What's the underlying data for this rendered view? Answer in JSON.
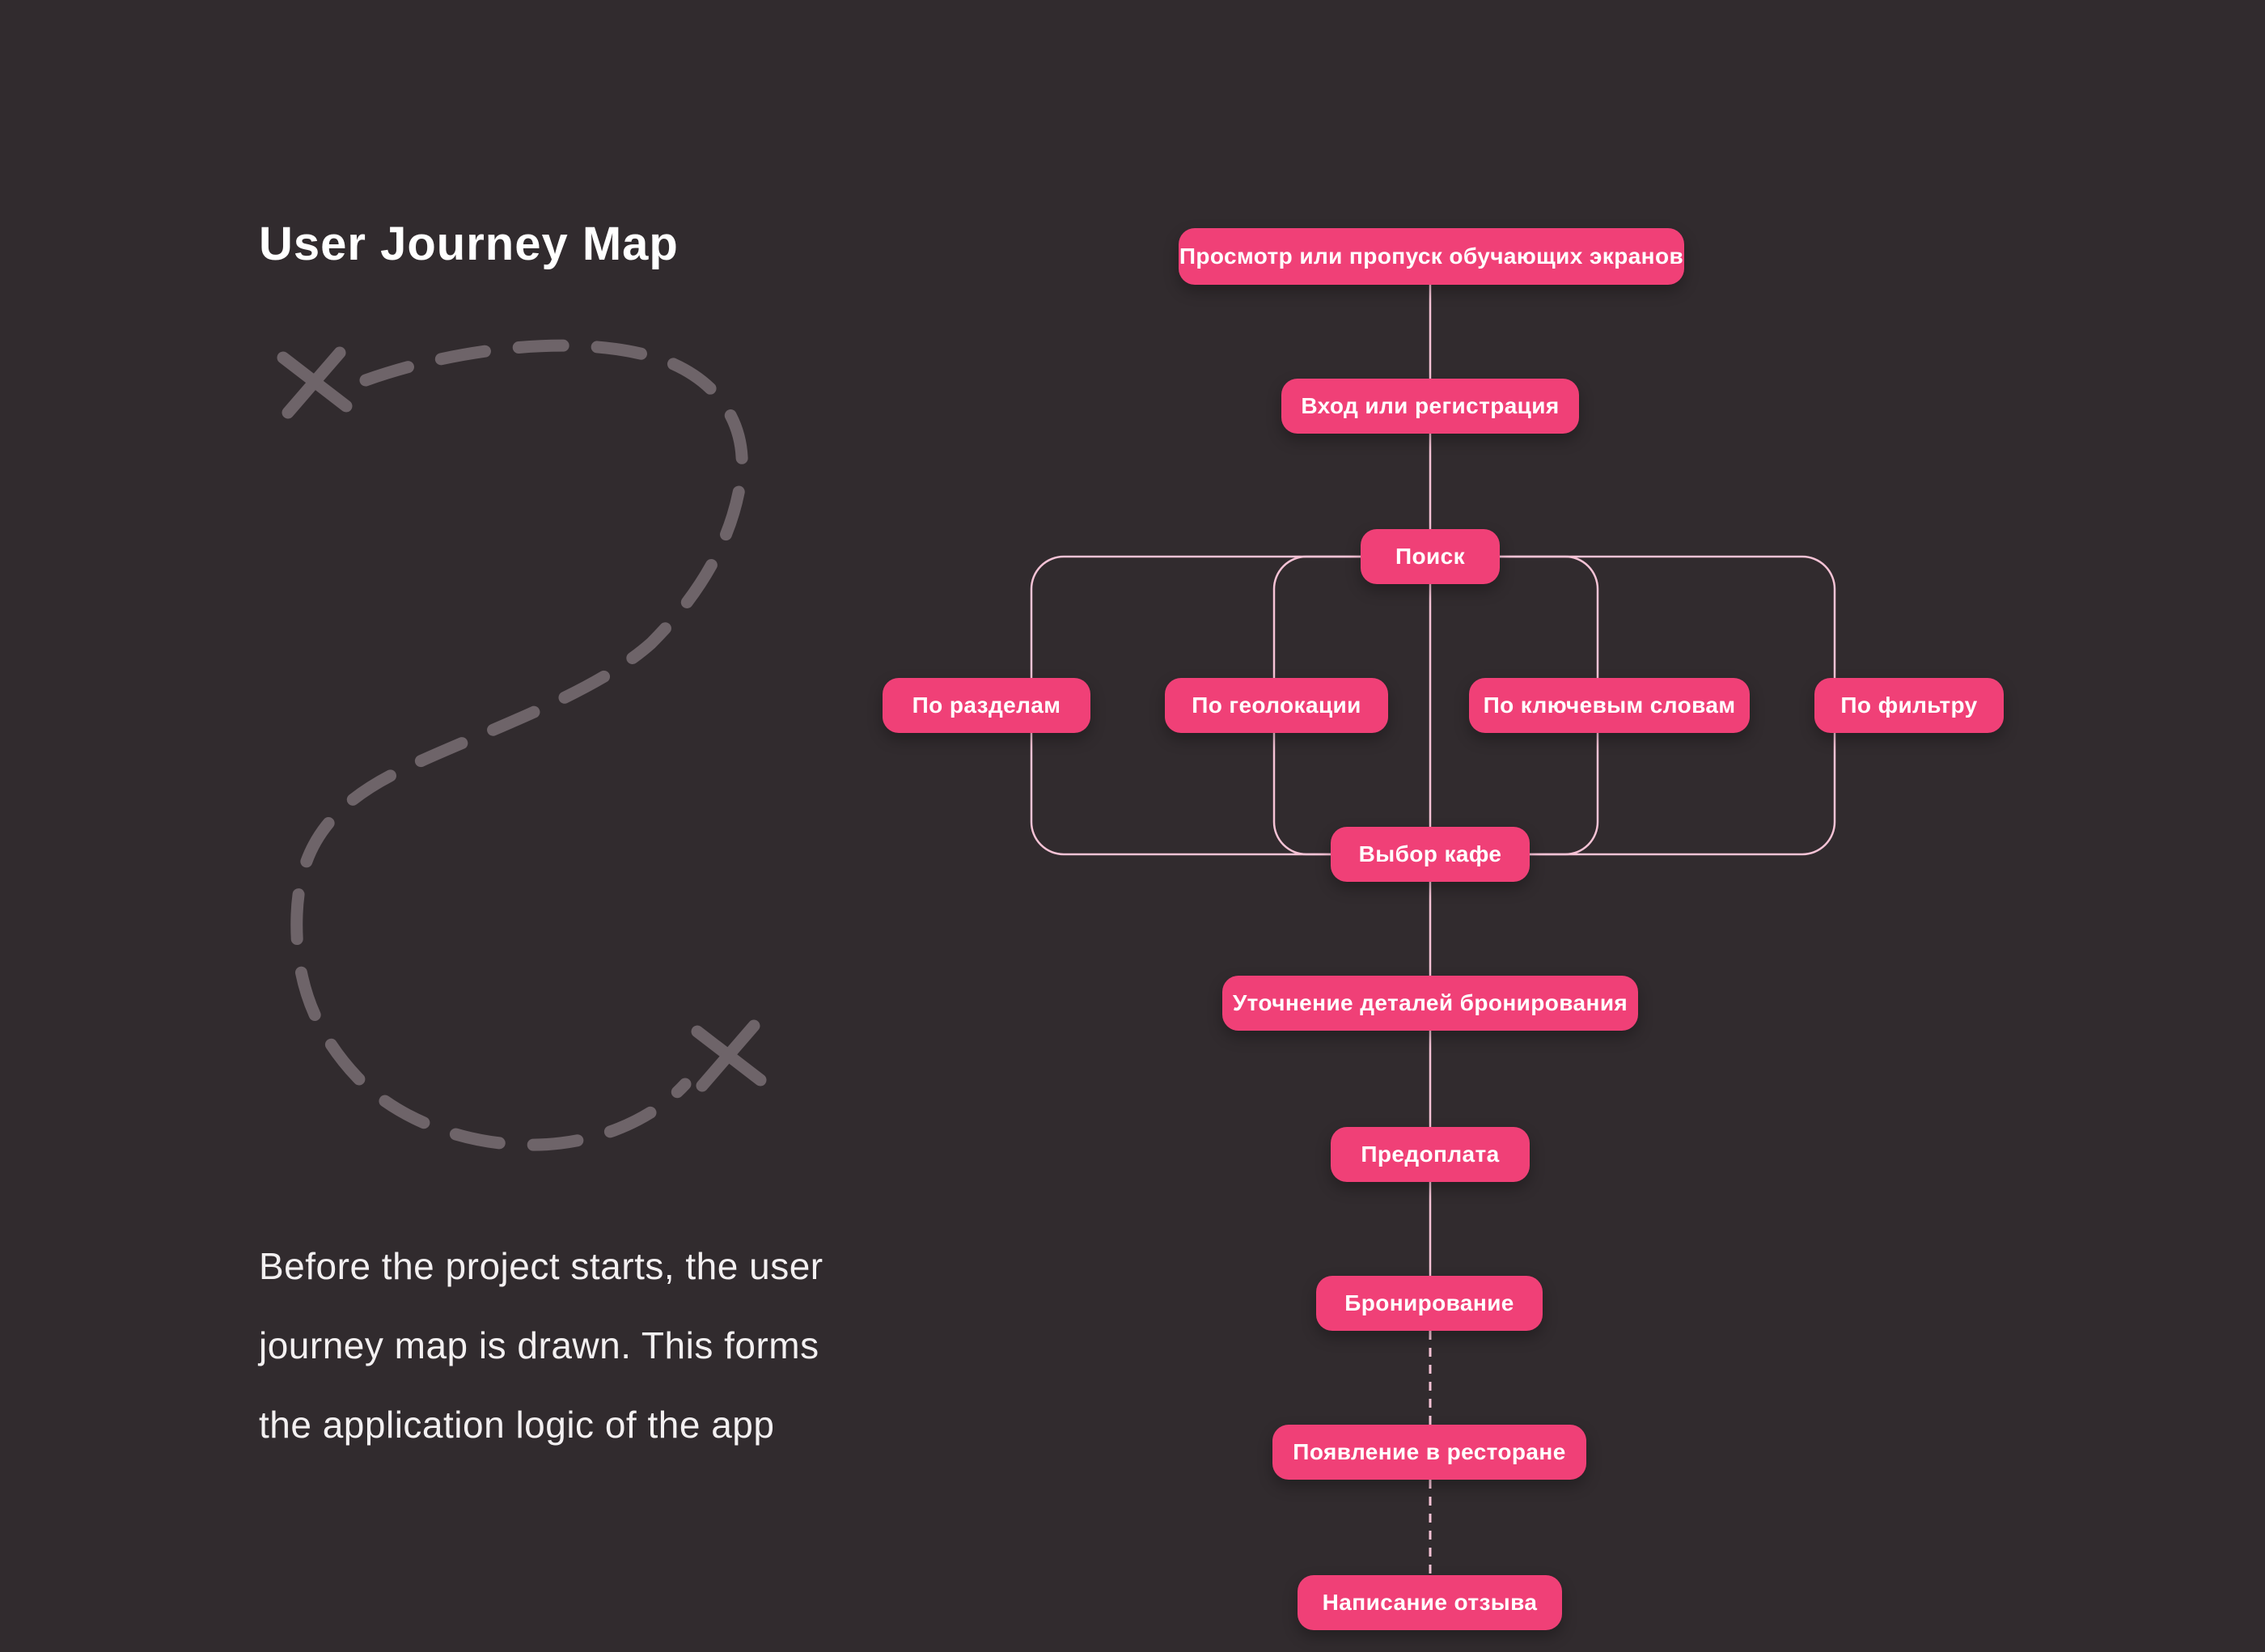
{
  "title": "User Journey Map",
  "intro": {
    "lines": [
      "Before the project starts, the user",
      "journey map is drawn. This forms",
      "the application logic of the app"
    ]
  },
  "colors": {
    "background": "#312B2E",
    "node_pink": "#F04077",
    "connector_pink": "#F6C3D6",
    "decorative_gray": "#6E6469",
    "text_white": "#F3F0F1"
  },
  "flow": {
    "nodes": [
      {
        "id": "onboarding",
        "label": "Просмотр или пропуск обучающих экранов"
      },
      {
        "id": "auth",
        "label": "Вход или регистрация"
      },
      {
        "id": "search",
        "label": "Поиск"
      },
      {
        "id": "by-sections",
        "label": "По разделам"
      },
      {
        "id": "by-geolocation",
        "label": "По геолокации"
      },
      {
        "id": "by-keywords",
        "label": "По ключевым словам"
      },
      {
        "id": "by-filter",
        "label": "По фильтру"
      },
      {
        "id": "cafe-choice",
        "label": "Выбор кафе"
      },
      {
        "id": "booking-details",
        "label": "Уточнение деталей бронирования"
      },
      {
        "id": "prepayment",
        "label": "Предоплата"
      },
      {
        "id": "booking",
        "label": "Бронирование"
      },
      {
        "id": "arrival",
        "label": "Появление в ресторане"
      },
      {
        "id": "review",
        "label": "Написание отзыва"
      }
    ]
  }
}
